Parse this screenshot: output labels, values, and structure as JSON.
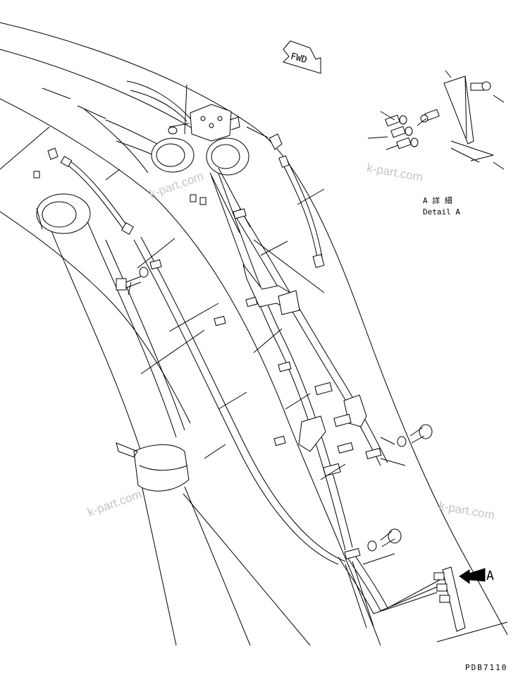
{
  "drawing": {
    "forward_label": "FWD",
    "detail_label_jp": "A 詳 細",
    "detail_label_en": "Detail A",
    "view_arrow_label": "A",
    "drawing_number": "PDB7110",
    "watermark": "k-part.com"
  }
}
